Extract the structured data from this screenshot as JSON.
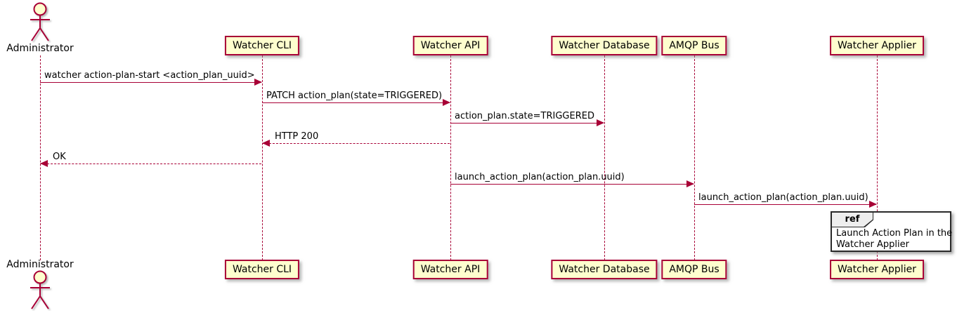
{
  "diagram_type": "sequence",
  "colors": {
    "participant_fill": "#FEFECE",
    "stroke": "#A80036",
    "text": "#000000",
    "ref_header_fill": "#EEEEEE",
    "ref_border": "#2a2a2a"
  },
  "participants": [
    {
      "id": "administrator",
      "label": "Administrator",
      "type": "actor"
    },
    {
      "id": "watcher-cli",
      "label": "Watcher CLI",
      "type": "participant"
    },
    {
      "id": "watcher-api",
      "label": "Watcher API",
      "type": "participant"
    },
    {
      "id": "watcher-database",
      "label": "Watcher Database",
      "type": "participant"
    },
    {
      "id": "amqp-bus",
      "label": "AMQP Bus",
      "type": "participant"
    },
    {
      "id": "watcher-applier",
      "label": "Watcher Applier",
      "type": "participant"
    }
  ],
  "messages": [
    {
      "from": 0,
      "to": 1,
      "style": "solid",
      "label": "watcher action-plan-start <action_plan_uuid>"
    },
    {
      "from": 1,
      "to": 2,
      "style": "solid",
      "label": "PATCH action_plan(state=TRIGGERED)"
    },
    {
      "from": 2,
      "to": 3,
      "style": "solid",
      "label": "action_plan.state=TRIGGERED"
    },
    {
      "from": 2,
      "to": 1,
      "style": "dashed",
      "label": "HTTP 200"
    },
    {
      "from": 1,
      "to": 0,
      "style": "dashed",
      "label": "OK"
    },
    {
      "from": 2,
      "to": 4,
      "style": "solid",
      "label": "launch_action_plan(action_plan.uuid)"
    },
    {
      "from": 4,
      "to": 5,
      "style": "solid",
      "label": "launch_action_plan(action_plan.uuid)"
    }
  ],
  "ref": {
    "keyword": "ref",
    "over": "Watcher Applier",
    "lines": [
      "Launch Action Plan in the",
      "Watcher Applier"
    ]
  }
}
